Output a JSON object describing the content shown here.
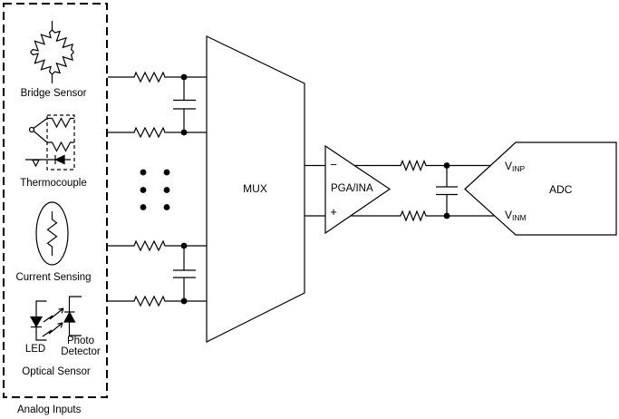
{
  "analog_inputs": {
    "caption": "Analog Inputs",
    "bridge_label": "Bridge Sensor",
    "thermocouple_label": "Thermocouple",
    "current_label": "Current Sensing",
    "optical_label": "Optical Sensor",
    "led_label": "LED",
    "photo_label_line1": "Photo",
    "photo_label_line2": "Detector"
  },
  "blocks": {
    "mux_label": "MUX",
    "pga_label": "PGA/INA",
    "pga_neg": "−",
    "pga_pos": "+",
    "adc_label": "ADC",
    "vinp_main": "V",
    "vinp_sub": "INP",
    "vinm_main": "V",
    "vinm_sub": "INM"
  },
  "colors": {
    "line": "#000000",
    "background": "#ffffff"
  }
}
